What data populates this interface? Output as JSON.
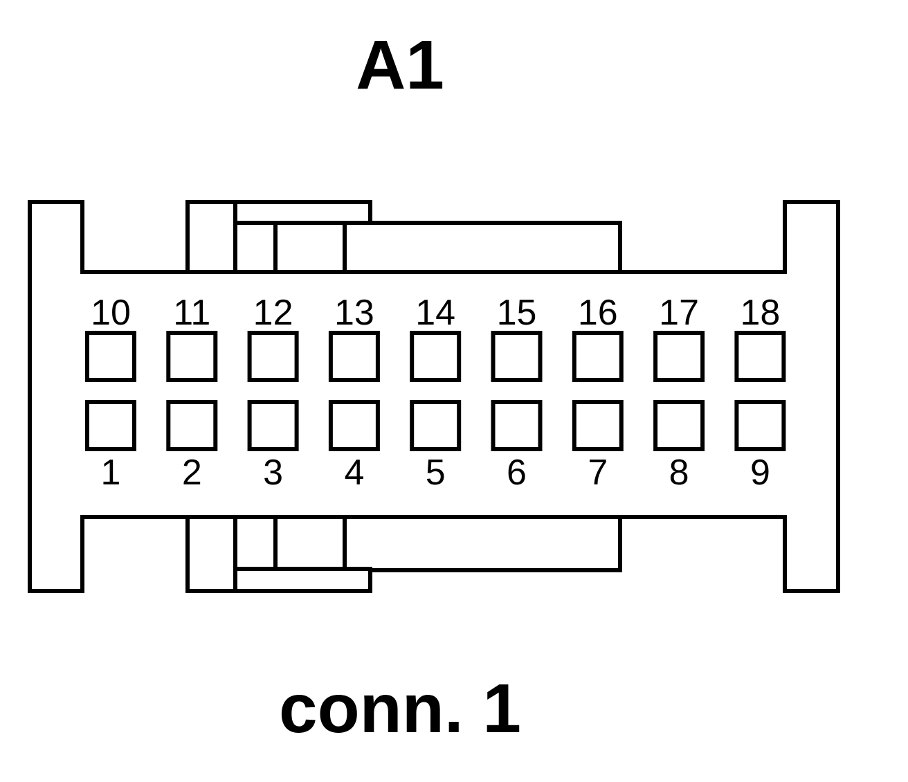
{
  "title": "A1",
  "caption": "conn. 1",
  "pins": {
    "top_row": [
      "10",
      "11",
      "12",
      "13",
      "14",
      "15",
      "16",
      "17",
      "18"
    ],
    "bottom_row": [
      "1",
      "2",
      "3",
      "4",
      "5",
      "6",
      "7",
      "8",
      "9"
    ]
  },
  "colors": {
    "stroke": "#000000",
    "background": "#ffffff"
  }
}
